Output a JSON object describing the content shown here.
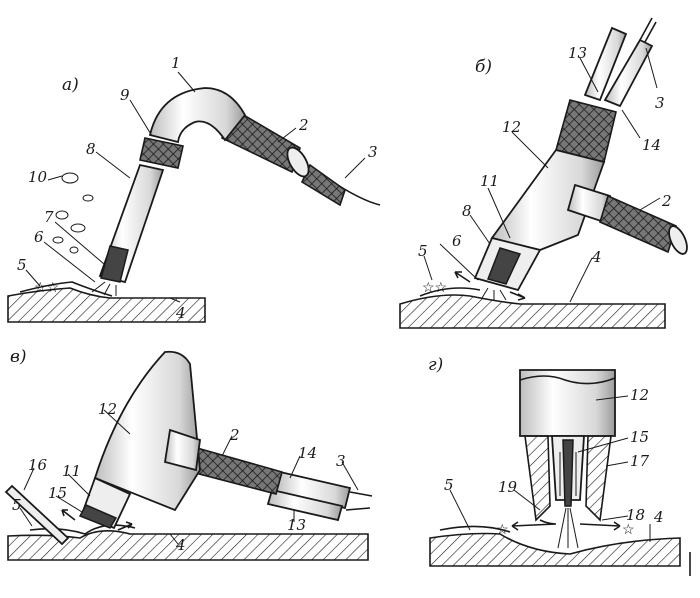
{
  "panels": [
    {
      "id": "a",
      "label": "а)"
    },
    {
      "id": "b",
      "label": "б)"
    },
    {
      "id": "v",
      "label": "в)"
    },
    {
      "id": "g",
      "label": "г)"
    }
  ],
  "callouts": {
    "a": [
      "1",
      "2",
      "3",
      "4",
      "5",
      "6",
      "7",
      "8",
      "9",
      "10"
    ],
    "b": [
      "13",
      "3",
      "12",
      "14",
      "11",
      "2",
      "8",
      "5",
      "6",
      "4"
    ],
    "v": [
      "12",
      "2",
      "14",
      "3",
      "11",
      "16",
      "15",
      "5",
      "13",
      "4"
    ],
    "g": [
      "12",
      "15",
      "17",
      "5",
      "19",
      "18",
      "4"
    ]
  },
  "colors": {
    "ink": "#1a1a1a",
    "paper": "#ffffff",
    "fill": "#eeeeee"
  }
}
